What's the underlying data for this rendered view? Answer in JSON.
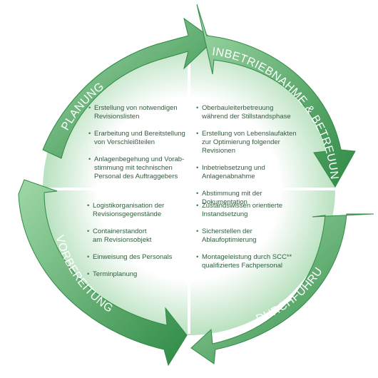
{
  "phases": {
    "planung": "PLANUNG",
    "inbetrieb": "INBETRIEBNAHME & BETREUUNG",
    "durchfuehrung": "DURCHFÜHRUNG",
    "vorbereitung": "VORBEREITUNG"
  },
  "quadrants": {
    "top_left": [
      "Erstellung von notwendigen\nRevisionslisten",
      "Erarbeitung und Bereitstellung\nvon Verschleißteilen",
      "Anlagenbegehung und Vorab-\nstimmung mit technischen\nPersonal des Auftraggebers"
    ],
    "top_right": [
      "Oberbauleiterbetreuung\nwährend der Stillstandsphase",
      "Erstellung von Lebenslaufakten\nzur Optimierung folgender Revisionen",
      "Inbetriebsetzung und Anlagenabnahme",
      "Abstimmung mit der Dokumentation"
    ],
    "bottom_left": [
      "Logistikorganisation der\nRevisionsgegenstände",
      "Containerstandort\nam Revisionsobjekt",
      "Einweisung des Personals",
      "Terminplanung"
    ],
    "bottom_right": [
      "Zustandswissen orientierte\nInstandsetzung",
      "Sicherstellen der Ablaufoptimierung",
      "Montageleistung durch SCC**\nqualifiziertes Fachpersonal"
    ]
  },
  "colors": {
    "arrow_dark": "#2f8a45",
    "arrow_light": "#9fd8a8",
    "disc_center": "#ffffff",
    "disc_edge": "#b9e1bf",
    "text": "#2f5e3c"
  }
}
